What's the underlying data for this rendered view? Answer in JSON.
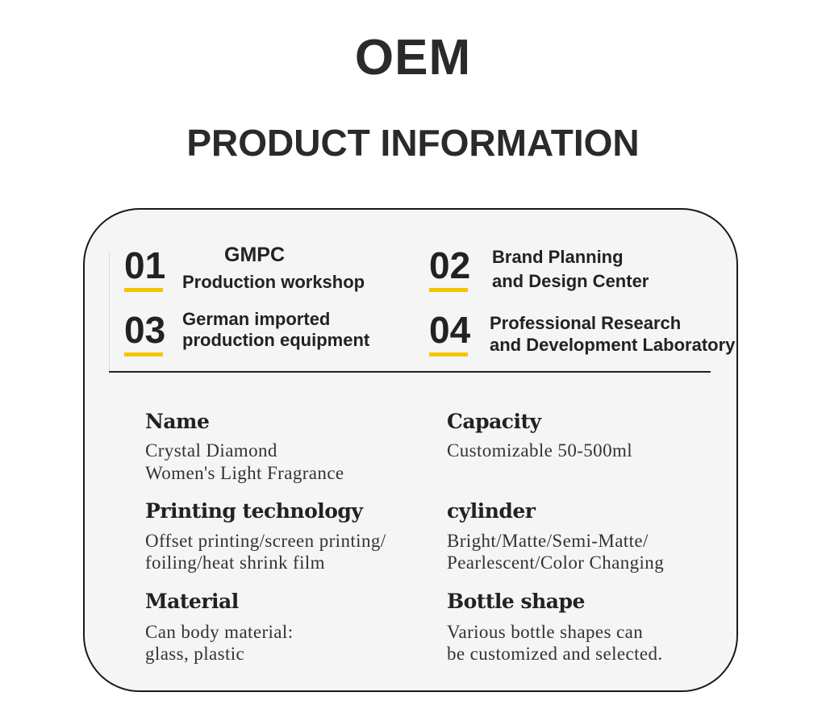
{
  "title": "OEM",
  "subtitle": "PRODUCT INFORMATION",
  "features": [
    {
      "number": "01",
      "line1": "GMPC",
      "line2": "Production workshop"
    },
    {
      "number": "02",
      "line1": "Brand Planning",
      "line2": "and Design Center"
    },
    {
      "number": "03",
      "line1": "German imported",
      "line2": "production equipment"
    },
    {
      "number": "04",
      "line1": "Professional Research",
      "line2": "and Development Laboratory"
    }
  ],
  "specs": [
    {
      "label": "Name",
      "line1": "Crystal Diamond",
      "line2": "Women's Light Fragrance"
    },
    {
      "label": "Capacity",
      "line1": "Customizable 50-500ml",
      "line2": ""
    },
    {
      "label": "Printing technology",
      "line1": "Offset printing/screen printing/",
      "line2": "foiling/heat shrink film"
    },
    {
      "label": "cylinder",
      "line1": "Bright/Matte/Semi-Matte/",
      "line2": "Pearlescent/Color Changing"
    },
    {
      "label": "Material",
      "line1": "Can body material:",
      "line2": "glass, plastic"
    },
    {
      "label": "Bottle shape",
      "line1": "Various bottle shapes can",
      "line2": "be customized and selected."
    }
  ],
  "colors": {
    "accent": "#f5c400",
    "border": "#1a1a1a"
  }
}
